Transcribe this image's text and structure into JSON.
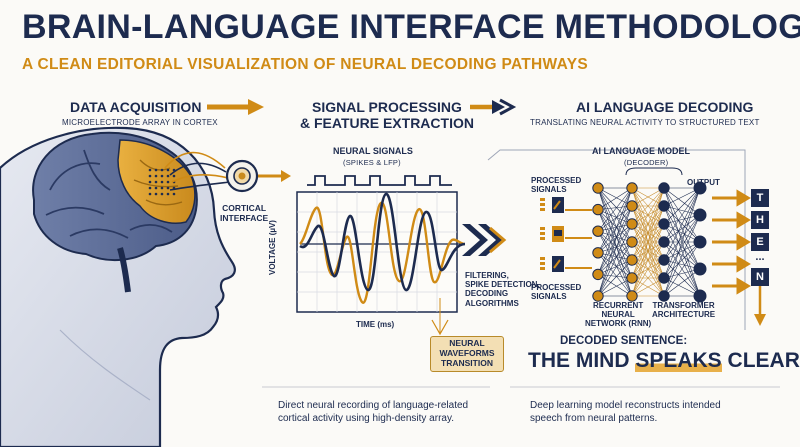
{
  "title": "BRAIN-LANGUAGE INTERFACE METHODOLOGY",
  "subtitle": "A CLEAN EDITORIAL VISUALIZATION OF NEURAL DECODING PATHWAYS",
  "sections": {
    "acquisition": {
      "heading": "DATA ACQUISITION",
      "sub": "MICROELECTRODE ARRAY IN CORTEX",
      "interface_label": [
        "CORTICAL",
        "INTERFACE"
      ],
      "caption": [
        "Direct neural recording of language-related",
        "cortical activity using high-density array."
      ]
    },
    "processing": {
      "heading": [
        "SIGNAL PROCESSING",
        "& FEATURE EXTRACTION"
      ],
      "plot_title": "NEURAL SIGNALS",
      "plot_sub": "(SPIKES & LFP)",
      "y_label": "VOLTAGE (µV)",
      "x_label": "TIME (ms)",
      "filter_label": [
        "FILTERING,",
        "SPIKE DETECTION,",
        "DECODING",
        "ALGORITHMS"
      ],
      "transition_label": [
        "NEURAL",
        "WAVEFORMS",
        "TRANSITION"
      ]
    },
    "decoding": {
      "heading": "AI LANGUAGE DECODING",
      "sub": "TRANSLATING NEURAL ACTIVITY TO STRUCTURED TEXT",
      "model_title": "AI LANGUAGE MODEL",
      "model_sub": "(DECODER)",
      "processed_top": [
        "PROCESSED",
        "SIGNALS"
      ],
      "processed_bottom": [
        "PROCESSED",
        "SIGNALS"
      ],
      "output_label": "OUTPUT",
      "rnn_label": [
        "RECURRENT",
        "NEURAL",
        "NETWORK (RNN)"
      ],
      "transformer_label": [
        "TRANSFORMER",
        "ARCHITECTURE"
      ],
      "letters": [
        "T",
        "H",
        "E",
        "...",
        "N"
      ],
      "decoded_label": "DECODED SENTENCE:",
      "decoded_parts": [
        "THE MIND ",
        "SPEAKS",
        " CLEARLY."
      ],
      "caption": [
        "Deep learning model reconstructs intended",
        "speech from neural patterns."
      ]
    }
  },
  "colors": {
    "navy": "#1d2b4f",
    "gold": "#d08b16",
    "background": "#fbfaf7"
  }
}
